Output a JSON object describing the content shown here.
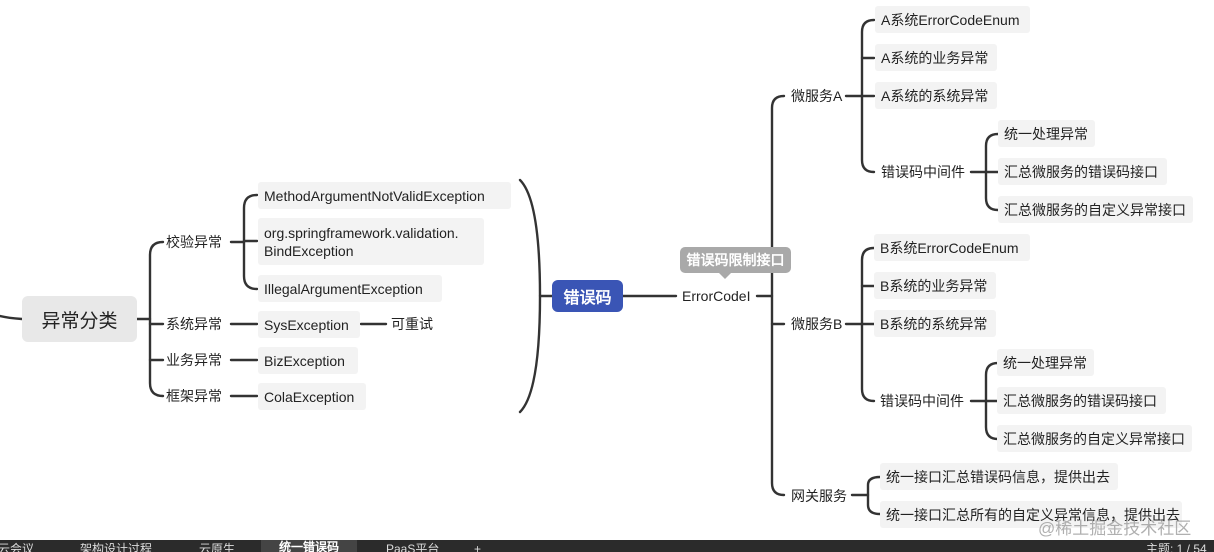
{
  "root": {
    "label": "异常分类"
  },
  "categories": [
    {
      "label": "校验异常",
      "items": [
        "MethodArgumentNotValidException",
        "org.springframework.validation.\nBindException",
        "IllegalArgumentException"
      ]
    },
    {
      "label": "系统异常",
      "items": [
        "SysException"
      ],
      "extra": "可重试"
    },
    {
      "label": "业务异常",
      "items": [
        "BizException"
      ]
    },
    {
      "label": "框架异常",
      "items": [
        "ColaException"
      ]
    }
  ],
  "center": {
    "label": "错误码"
  },
  "error_code": {
    "label": "ErrorCodeI",
    "callout": "错误码限制接口"
  },
  "service_a": {
    "label": "微服务A",
    "items": [
      "A系统ErrorCodeEnum",
      "A系统的业务异常",
      "A系统的系统异常"
    ],
    "middleware": {
      "label": "错误码中间件",
      "items": [
        "统一处理异常",
        "汇总微服务的错误码接口",
        "汇总微服务的自定义异常接口"
      ]
    }
  },
  "service_b": {
    "label": "微服务B",
    "items": [
      "B系统ErrorCodeEnum",
      "B系统的业务异常",
      "B系统的系统异常"
    ],
    "middleware": {
      "label": "错误码中间件",
      "items": [
        "统一处理异常",
        "汇总微服务的错误码接口",
        "汇总微服务的自定义异常接口"
      ]
    }
  },
  "gateway": {
    "label": "网关服务",
    "items": [
      "统一接口汇总错误码信息，提供出去",
      "统一接口汇总所有的自定义异常信息，提供出去"
    ]
  },
  "tabs": [
    "云会议",
    "架构设计过程",
    "云原生",
    "统一错误码",
    "PaaS平台",
    "+"
  ],
  "active_tab": 3,
  "status": "主题: 1 / 54",
  "watermark": "@稀土掘金技术社区",
  "colors": {
    "center_bg": "#3a55b5",
    "callout_bg": "#a9a9a9",
    "line": "#333333",
    "node_bg": "#f3f3f3",
    "tabbar": "#2b2b2b"
  }
}
